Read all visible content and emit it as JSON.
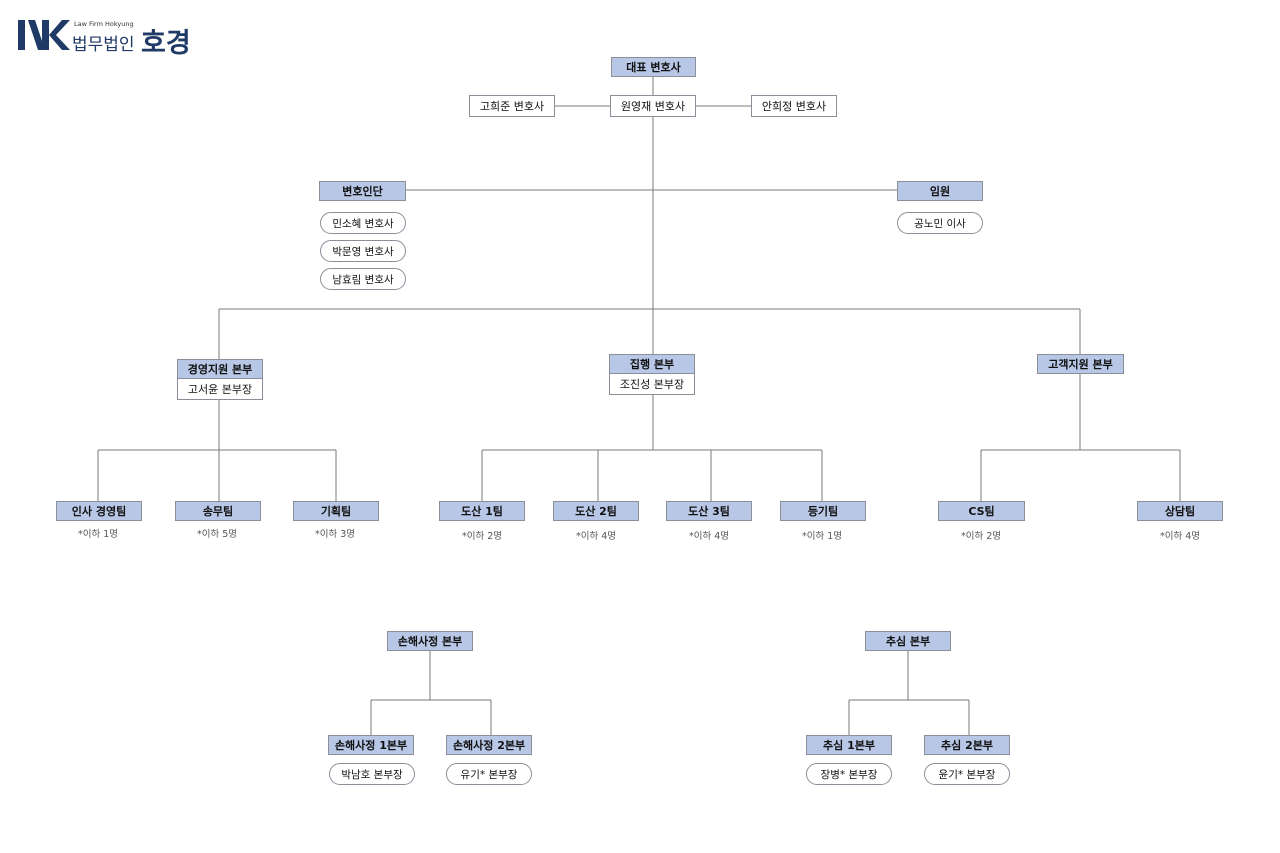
{
  "logo": {
    "mark_text": "HK",
    "small_text": "Law Firm Hokyung",
    "kr_text": "법무법인",
    "kr_name": "호경"
  },
  "top": {
    "ceo": "대표 변호사",
    "left_lawyer": "고희준 변호사",
    "center_lawyer": "원영재 변호사",
    "right_lawyer": "안희정 변호사"
  },
  "lawyer_group": {
    "title": "변호인단",
    "members": [
      "민소혜 변호사",
      "박문영 변호사",
      "남효림 변호사"
    ]
  },
  "executive": {
    "title": "임원",
    "member": "공노민 이사"
  },
  "divisions": {
    "management": {
      "title": "경영지원 본부",
      "head": "고서윤 본부장",
      "teams": [
        {
          "name": "인사 경영팀",
          "count": "*이하 1명"
        },
        {
          "name": "송무팀",
          "count": "*이하 5명"
        },
        {
          "name": "기획팀",
          "count": "*이하 3명"
        }
      ]
    },
    "execution": {
      "title": "집행 본부",
      "head": "조진성 본부장",
      "teams": [
        {
          "name": "도산 1팀",
          "count": "*이하 2명"
        },
        {
          "name": "도산 2팀",
          "count": "*이하 4명"
        },
        {
          "name": "도산 3팀",
          "count": "*이하 4명"
        },
        {
          "name": "등기팀",
          "count": "*이하 1명"
        }
      ]
    },
    "customer": {
      "title": "고객지원 본부",
      "teams": [
        {
          "name": "CS팀",
          "count": "*이하 2명"
        },
        {
          "name": "상담팀",
          "count": "*이하 4명"
        }
      ]
    },
    "loss": {
      "title": "손해사정 본부",
      "subs": [
        {
          "name": "손해사정 1본부",
          "head": "박남호 본부장"
        },
        {
          "name": "손해사정 2본부",
          "head": "유기* 본부장"
        }
      ]
    },
    "collection": {
      "title": "추심 본부",
      "subs": [
        {
          "name": "추심 1본부",
          "head": "장병* 본부장"
        },
        {
          "name": "추심 2본부",
          "head": "윤기* 본부장"
        }
      ]
    }
  }
}
